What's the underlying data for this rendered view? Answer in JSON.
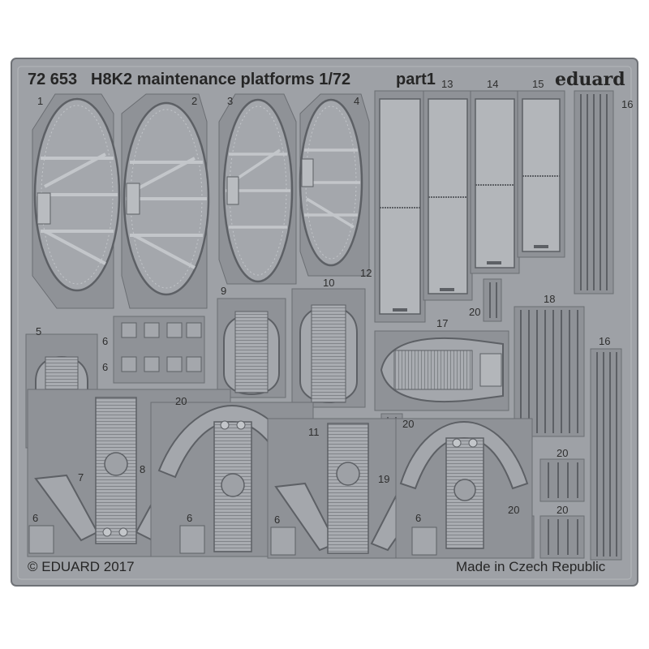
{
  "sheet": {
    "catalog_number": "72 653",
    "title": "H8K2 maintenance platforms 1/72",
    "part": "part1",
    "brand": "eduard",
    "copyright": "© EDUARD 2017",
    "origin": "Made in Czech Republic"
  },
  "part_numbers": {
    "p1": "1",
    "p2": "2",
    "p3": "3",
    "p4": "4",
    "p5": "5",
    "p6": "6",
    "p7": "7",
    "p8": "8",
    "p9": "9",
    "p10": "10",
    "p11": "11",
    "p12": "12",
    "p13": "13",
    "p14": "14",
    "p15": "15",
    "p16": "16",
    "p17": "17",
    "p18": "18",
    "p19": "19",
    "p20": "20"
  },
  "colors": {
    "fret_face": "#9ea1a6",
    "fret_edge": "#6f7277",
    "background": "#ffffff",
    "etch_line": "#c3c6ca",
    "shadow": "#5d6065"
  }
}
